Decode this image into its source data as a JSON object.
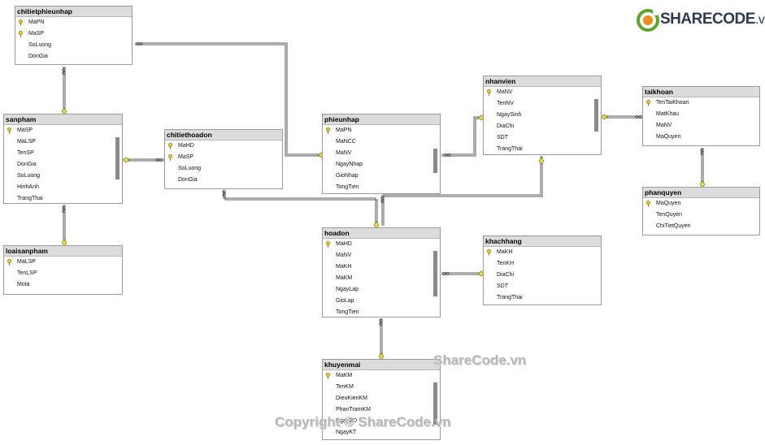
{
  "logo": {
    "brand": "SHARECODE",
    "suffix": ".vn",
    "icon": "sharecode-logo-icon"
  },
  "watermarks": {
    "w1": "ShareCode.vn",
    "w2": "Copyright © ShareCode.vn"
  },
  "tables": {
    "chitietphieunhap": {
      "title": "chitietphieunhap",
      "columns": [
        {
          "name": "MaPN",
          "pk": true
        },
        {
          "name": "MaSP",
          "pk": true
        },
        {
          "name": "SoLuong",
          "pk": false
        },
        {
          "name": "DonGia",
          "pk": false
        }
      ]
    },
    "sanpham": {
      "title": "sanpham",
      "columns": [
        {
          "name": "MaSP",
          "pk": true
        },
        {
          "name": "MaLSP",
          "pk": false
        },
        {
          "name": "TenSP",
          "pk": false
        },
        {
          "name": "DonGia",
          "pk": false
        },
        {
          "name": "SoLuong",
          "pk": false
        },
        {
          "name": "HinhAnh",
          "pk": false
        },
        {
          "name": "TrangThai",
          "pk": false
        }
      ]
    },
    "loaisanpham": {
      "title": "loaisanpham",
      "columns": [
        {
          "name": "MaLSP",
          "pk": true
        },
        {
          "name": "TenLSP",
          "pk": false
        },
        {
          "name": "Mota",
          "pk": false
        }
      ]
    },
    "chitiethoadon": {
      "title": "chitiethoadon",
      "columns": [
        {
          "name": "MaHD",
          "pk": true
        },
        {
          "name": "MaSP",
          "pk": true
        },
        {
          "name": "SoLuong",
          "pk": false
        },
        {
          "name": "DonGia",
          "pk": false
        }
      ]
    },
    "phieunhap": {
      "title": "phieunhap",
      "columns": [
        {
          "name": "MaPN",
          "pk": true
        },
        {
          "name": "MaNCC",
          "pk": false
        },
        {
          "name": "MaNV",
          "pk": false
        },
        {
          "name": "NgayNhap",
          "pk": false
        },
        {
          "name": "GioNhap",
          "pk": false
        },
        {
          "name": "TongTien",
          "pk": false
        }
      ]
    },
    "nhanvien": {
      "title": "nhanvien",
      "columns": [
        {
          "name": "MaNV",
          "pk": true
        },
        {
          "name": "TenNV",
          "pk": false
        },
        {
          "name": "NgaySinh",
          "pk": false
        },
        {
          "name": "DiaChi",
          "pk": false
        },
        {
          "name": "SDT",
          "pk": false
        },
        {
          "name": "TrangThai",
          "pk": false
        }
      ]
    },
    "taikhoan": {
      "title": "taikhoan",
      "columns": [
        {
          "name": "TenTaiKhoan",
          "pk": true
        },
        {
          "name": "MatKhau",
          "pk": false
        },
        {
          "name": "MaNV",
          "pk": false
        },
        {
          "name": "MaQuyen",
          "pk": false
        }
      ]
    },
    "phanquyen": {
      "title": "phanquyen",
      "columns": [
        {
          "name": "MaQuyen",
          "pk": true
        },
        {
          "name": "TenQuyen",
          "pk": false
        },
        {
          "name": "ChiTietQuyen",
          "pk": false
        }
      ]
    },
    "hoadon": {
      "title": "hoadon",
      "columns": [
        {
          "name": "MaHD",
          "pk": true
        },
        {
          "name": "MaNV",
          "pk": false
        },
        {
          "name": "MaKH",
          "pk": false
        },
        {
          "name": "MaKM",
          "pk": false
        },
        {
          "name": "NgayLap",
          "pk": false
        },
        {
          "name": "GioLap",
          "pk": false
        },
        {
          "name": "TongTien",
          "pk": false
        }
      ]
    },
    "khachhang": {
      "title": "khachhang",
      "columns": [
        {
          "name": "MaKH",
          "pk": true
        },
        {
          "name": "TenKH",
          "pk": false
        },
        {
          "name": "DiaChi",
          "pk": false
        },
        {
          "name": "SDT",
          "pk": false
        },
        {
          "name": "TrangThai",
          "pk": false
        }
      ]
    },
    "khuyenmai": {
      "title": "khuyenmai",
      "columns": [
        {
          "name": "MaKM",
          "pk": true
        },
        {
          "name": "TenKM",
          "pk": false
        },
        {
          "name": "DieuKienKM",
          "pk": false
        },
        {
          "name": "PhanTramKM",
          "pk": false
        },
        {
          "name": "NgayBD",
          "pk": false
        },
        {
          "name": "NgayKT",
          "pk": false
        }
      ]
    }
  },
  "relationships": [
    {
      "from": "chitietphieunhap",
      "to": "sanpham"
    },
    {
      "from": "chitietphieunhap",
      "to": "phieunhap"
    },
    {
      "from": "sanpham",
      "to": "loaisanpham"
    },
    {
      "from": "chitiethoadon",
      "to": "sanpham"
    },
    {
      "from": "chitiethoadon",
      "to": "hoadon"
    },
    {
      "from": "phieunhap",
      "to": "nhanvien"
    },
    {
      "from": "taikhoan",
      "to": "nhanvien"
    },
    {
      "from": "taikhoan",
      "to": "phanquyen"
    },
    {
      "from": "hoadon",
      "to": "nhanvien"
    },
    {
      "from": "hoadon",
      "to": "khachhang"
    },
    {
      "from": "hoadon",
      "to": "khuyenmai"
    }
  ]
}
